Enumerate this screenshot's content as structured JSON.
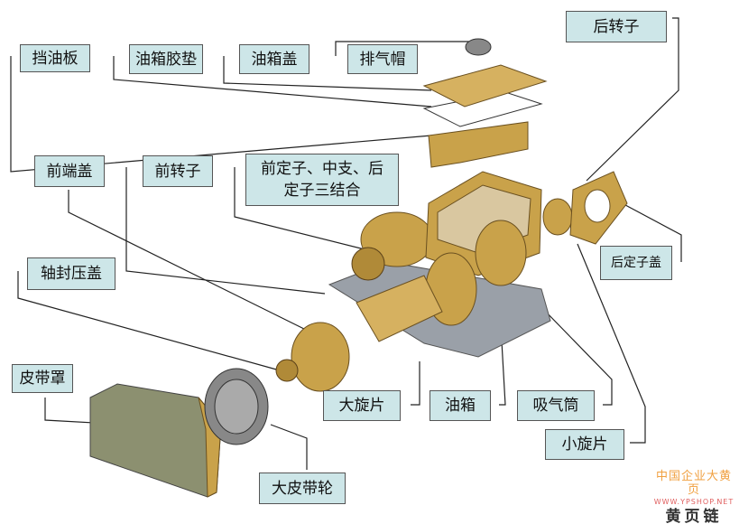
{
  "labels": {
    "oil_baffle": "挡油板",
    "tank_gasket": "油箱胶垫",
    "tank_cover": "油箱盖",
    "vent_cap": "排气帽",
    "rear_rotor": "后转子",
    "front_end_cover": "前端盖",
    "front_rotor": "前转子",
    "stator_assembly": "前定子、中支、后定子三结合",
    "rear_stator_cover": "后定子盖",
    "shaft_seal_gland": "轴封压盖",
    "belt_guard": "皮带罩",
    "large_vane": "大旋片",
    "oil_tank": "油箱",
    "intake_cylinder": "吸气筒",
    "small_vane": "小旋片",
    "large_pulley": "大皮带轮"
  },
  "watermark": {
    "line1": "中国企业大黄页",
    "line2": "WWW.YPSHOP.NET",
    "line3": "黄页链"
  },
  "colors": {
    "label_bg": "#cde6e8",
    "metal": "#c9a24a",
    "base": "#9aa0a8"
  }
}
